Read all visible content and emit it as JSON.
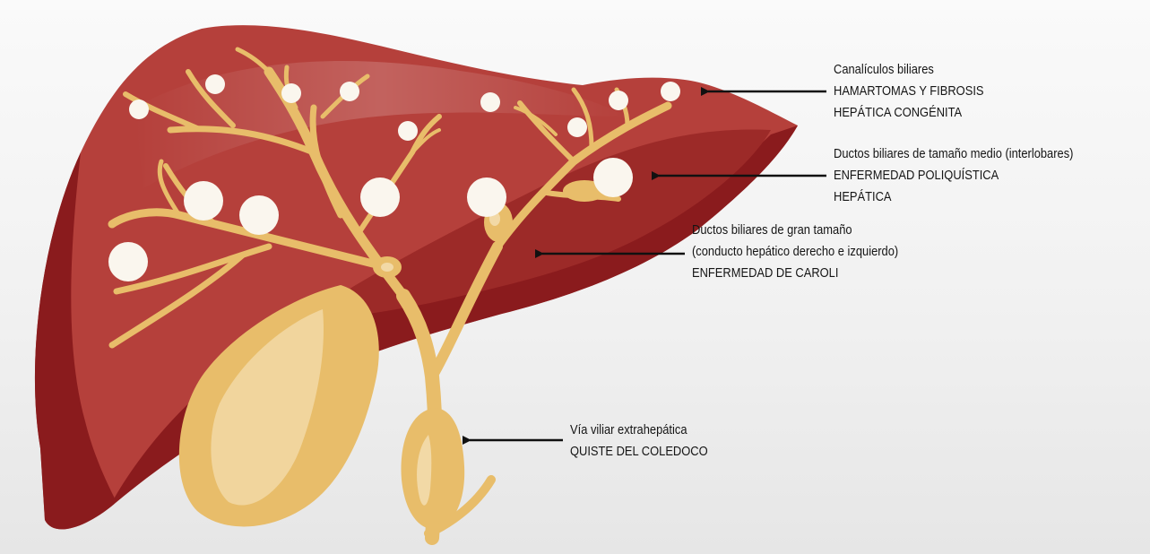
{
  "labels": {
    "canaliculos": {
      "title": "Canalículos biliares",
      "line2": "HAMARTOMAS Y FIBROSIS",
      "line3": "HEPÁTICA CONGÉNITA"
    },
    "ductos_medio": {
      "title": "Ductos biliares de tamaño medio (interlobares)",
      "line2": "ENFERMEDAD POLIQUÍSTICA",
      "line3": "HEPÁTICA"
    },
    "ductos_gran": {
      "title": "Ductos biliares de gran tamaño",
      "line2": "(conducto hepático derecho e izquierdo)",
      "line3": "ENFERMEDAD DE CAROLI"
    },
    "via_extrahepatica": {
      "title": "Vía viliar extrahepática",
      "line2": "QUISTE DEL COLEDOCO"
    }
  },
  "colors": {
    "liver_light": "#b5403b",
    "liver_dark": "#8a1b1d",
    "ducts": "#e8bd6a",
    "gallbladder_inner": "#f2d9a6",
    "cysts": "#faf6ee",
    "arrows": "#111111"
  }
}
